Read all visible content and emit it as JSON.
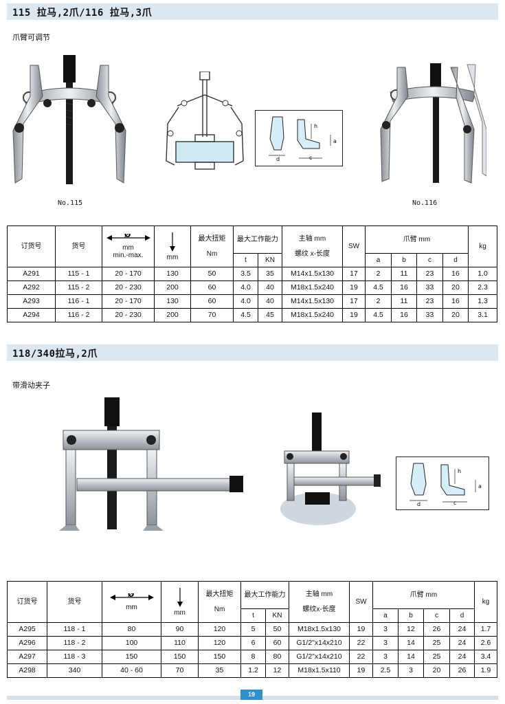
{
  "section1": {
    "title": "115 拉马,2爪/116 拉马,3爪",
    "subtitle": "爪臂可调节",
    "caption_left": "No.115",
    "caption_right": "No.116",
    "diagram_labels": {
      "h": "h",
      "a": "a",
      "d": "d",
      "c": "c"
    },
    "table": {
      "h_order": "订货号",
      "h_item": "货号",
      "h_dia_symbol": "Ø",
      "h_dia_unit": "mm",
      "h_dia_range": "min.-max.",
      "h_depth_unit": "mm",
      "h_torque": "最大扭矩",
      "h_torque_unit": "Nm",
      "h_capacity": "最大工作能力",
      "h_t": "t",
      "h_kn": "KN",
      "h_spindle": "主轴 mm",
      "h_thread": "螺纹 x-长度",
      "h_sw": "SW",
      "h_jaw": "爪臂 mm",
      "h_a": "a",
      "h_b": "b",
      "h_c": "c",
      "h_d": "d",
      "h_kg": "kg",
      "rows": [
        [
          "A291",
          "115 - 1",
          "20 - 170",
          "130",
          "50",
          "3.5",
          "35",
          "M14x1.5x130",
          "17",
          "2",
          "11",
          "23",
          "16",
          "1.0"
        ],
        [
          "A292",
          "115 - 2",
          "20 - 230",
          "200",
          "60",
          "4.0",
          "40",
          "M18x1.5x240",
          "19",
          "4.5",
          "16",
          "33",
          "20",
          "2.3"
        ],
        [
          "A293",
          "116 - 1",
          "20 - 170",
          "130",
          "60",
          "4.0",
          "40",
          "M14x1.5x130",
          "17",
          "2",
          "11",
          "23",
          "16",
          "1.3"
        ],
        [
          "A294",
          "116 - 2",
          "20 - 230",
          "200",
          "70",
          "4.5",
          "45",
          "M18x1.5x240",
          "19",
          "4.5",
          "16",
          "33",
          "20",
          "3.1"
        ]
      ]
    }
  },
  "section2": {
    "title": "118/340拉马,2爪",
    "subtitle": "带滑动夹子",
    "diagram_labels": {
      "h": "h",
      "a": "a",
      "d": "d",
      "c": "c"
    },
    "table": {
      "h_order": "订货号",
      "h_item": "货号",
      "h_dia_symbol": "Ø",
      "h_dia_unit": "mm",
      "h_depth_unit": "mm",
      "h_torque": "最大扭矩",
      "h_torque_unit": "Nm",
      "h_capacity": "最大工作能力",
      "h_t": "t",
      "h_kn": "KN",
      "h_spindle": "主轴 mm",
      "h_thread": "螺纹x-长度",
      "h_sw": "SW",
      "h_jaw": "爪臂 mm",
      "h_a": "a",
      "h_b": "b",
      "h_c": "c",
      "h_d": "d",
      "h_kg": "kg",
      "rows": [
        [
          "A295",
          "118 - 1",
          "80",
          "90",
          "120",
          "5",
          "50",
          "M18x1.5x130",
          "19",
          "3",
          "12",
          "26",
          "24",
          "1.7"
        ],
        [
          "A296",
          "118 - 2",
          "100",
          "110",
          "120",
          "6",
          "60",
          "G1/2\"x14x210",
          "22",
          "3",
          "14",
          "25",
          "24",
          "2.6"
        ],
        [
          "A297",
          "118 - 3",
          "150",
          "150",
          "150",
          "8",
          "80",
          "G1/2\"x14x210",
          "22",
          "3",
          "14",
          "25",
          "24",
          "3.4"
        ],
        [
          "A298",
          "340",
          "40 - 60",
          "70",
          "35",
          "1.2",
          "12",
          "M18x1.5x110",
          "19",
          "2.5",
          "3",
          "20",
          "26",
          "1.9"
        ]
      ]
    }
  },
  "footer": {
    "page_number": "19"
  },
  "colors": {
    "section_bar": "#dde7f0",
    "page_badge": "#2f8fcf",
    "footer_bar": "#d7dee5"
  }
}
